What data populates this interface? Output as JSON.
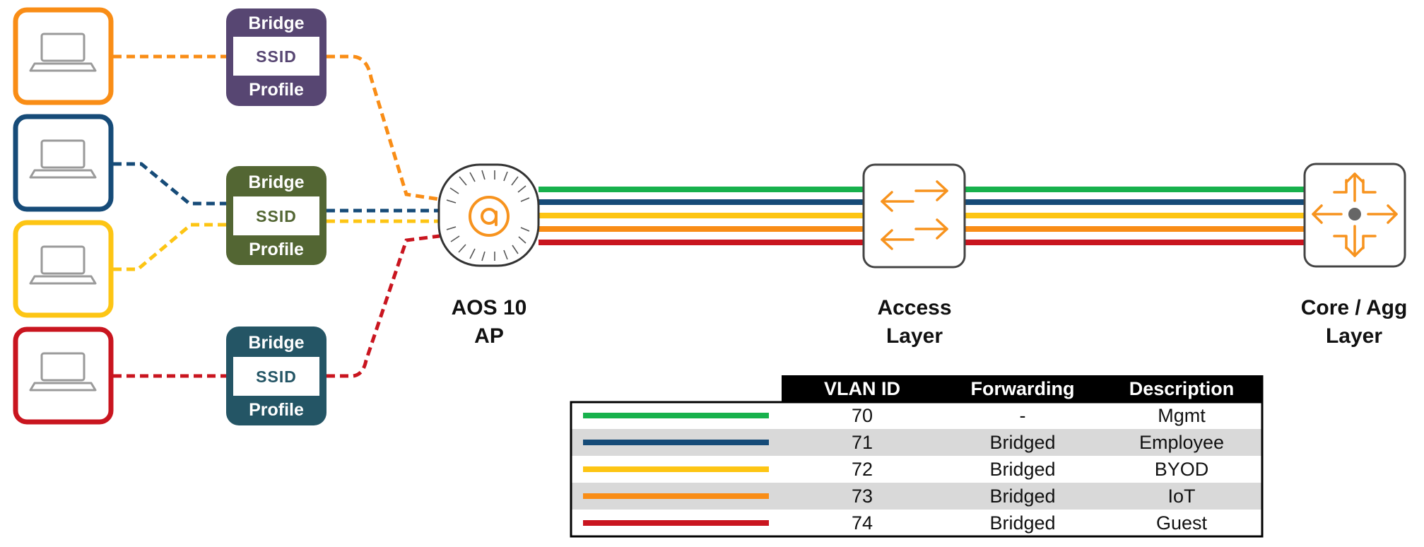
{
  "colors": {
    "mgmt": "#17b14c",
    "employee": "#164b78",
    "byod": "#fdc514",
    "iot": "#f98d16",
    "guest": "#c9151f",
    "profile_purple": "#574672",
    "profile_green": "#536633",
    "profile_teal": "#245565",
    "device_orange": "#f7931e",
    "table_header": "#000000",
    "row_alt": "#d9d9d9"
  },
  "clients": [
    {
      "icon": "laptop-icon",
      "color": "#f98d16"
    },
    {
      "icon": "laptop-icon",
      "color": "#164b78"
    },
    {
      "icon": "laptop-icon",
      "color": "#fdc514"
    },
    {
      "icon": "laptop-icon",
      "color": "#c9151f"
    }
  ],
  "profiles": [
    {
      "top": "Bridge",
      "middle": "SSID",
      "bottom": "Profile",
      "color": "#574672"
    },
    {
      "top": "Bridge",
      "middle": "SSID",
      "bottom": "Profile",
      "color": "#536633"
    },
    {
      "top": "Bridge",
      "middle": "SSID",
      "bottom": "Profile",
      "color": "#245565"
    }
  ],
  "devices": {
    "ap": {
      "line1": "AOS 10",
      "line2": "AP",
      "icon": "access-point-icon"
    },
    "access": {
      "line1": "Access",
      "line2": "Layer",
      "icon": "switch-icon"
    },
    "core": {
      "line1": "Core / Agg",
      "line2": "Layer",
      "icon": "router-icon"
    }
  },
  "legend": {
    "headers": [
      "VLAN ID",
      "Forwarding",
      "Description"
    ],
    "rows": [
      {
        "color": "#17b14c",
        "vlan": "70",
        "forwarding": "-",
        "description": "Mgmt"
      },
      {
        "color": "#164b78",
        "vlan": "71",
        "forwarding": "Bridged",
        "description": "Employee"
      },
      {
        "color": "#fdc514",
        "vlan": "72",
        "forwarding": "Bridged",
        "description": "BYOD"
      },
      {
        "color": "#f98d16",
        "vlan": "73",
        "forwarding": "Bridged",
        "description": "IoT"
      },
      {
        "color": "#c9151f",
        "vlan": "74",
        "forwarding": "Bridged",
        "description": "Guest"
      }
    ]
  }
}
